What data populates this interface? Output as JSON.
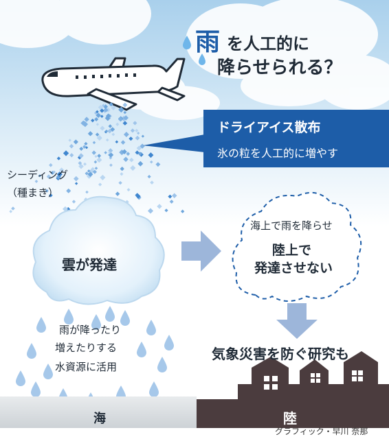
{
  "title": {
    "kanji_rain": "雨",
    "line1_rest": "を人工的に",
    "line2": "降らせられる？"
  },
  "dry_ice_box": {
    "heading": "ドライアイス散布",
    "body": "氷の粒を人工的に増やす"
  },
  "seeding_label": {
    "line1": "シーディング",
    "line2": "（種まき）"
  },
  "cloud_label": "雲が発達",
  "right_cloud": {
    "top_text": "海上で雨を降らせ",
    "line1": "陸上で",
    "line2": "発達させない"
  },
  "rain_text": {
    "line1": "雨が降ったり",
    "line2": "増えたりする",
    "line3": "水資源に活用"
  },
  "disaster_text": "気象災害を防ぐ研究も",
  "ground": {
    "sea": "海",
    "land": "陸"
  },
  "credit": "グラフィック・早川 奈那",
  "colors": {
    "sky_top": "#a9d0ec",
    "accent_blue": "#1d5da8",
    "arrow_blue": "#9db6da",
    "drop_blue": "#a6c8ea",
    "house_dark": "#4b3c3e",
    "sea_gray": "#d7dbde"
  }
}
